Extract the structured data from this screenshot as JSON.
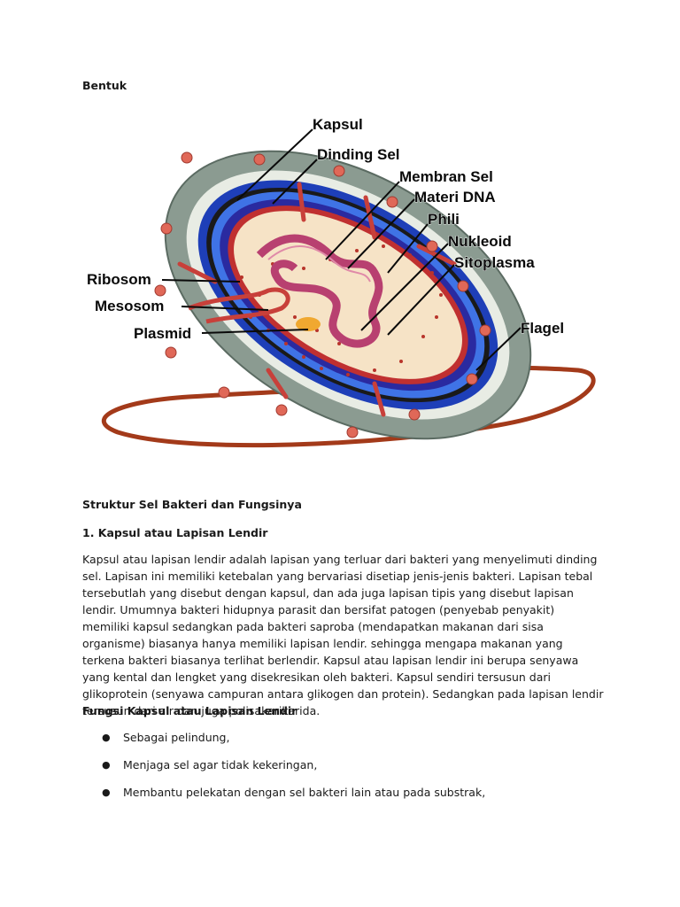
{
  "section_title": "Bentuk",
  "diagram": {
    "labels": {
      "kapsul": "Kapsul",
      "dinding_sel": "Dinding Sel",
      "membran_sel": "Membran Sel",
      "materi_dna": "Materi DNA",
      "phili": "Phili",
      "nukleoid": "Nukleoid",
      "sitoplasma": "Sitoplasma",
      "ribosom": "Ribosom",
      "mesosom": "Mesosom",
      "plasmid": "Plasmid",
      "flagel": "Flagel"
    }
  },
  "heading_struktur": "Struktur Sel Bakteri dan Fungsinya",
  "heading_kapsul": "1. Kapsul atau Lapisan Lendir",
  "paragraph": "Kapsul atau lapisan lendir adalah lapisan yang terluar dari bakteri yang menyelimuti dinding sel. Lapisan ini memiliki ketebalan yang bervariasi disetiap jenis-jenis bakteri. Lapisan tebal tersebutlah yang disebut dengan kapsul, dan ada juga lapisan tipis yang disebut lapisan lendir. Umumnya bakteri hidupnya parasit dan bersifat patogen (penyebab penyakit) memiliki kapsul sedangkan pada bakteri saproba (mendapatkan makanan dari sisa organisme) biasanya hanya memiliki lapisan lendir. sehingga mengapa makanan yang terkena bakteri biasanya terlihat berlendir. Kapsul atau lapisan lendir ini berupa senyawa yang kental dan lengket yang disekresikan oleh bakteri. Kapsul sendiri tersusun dari glikoprotein (senyawa campuran antara glikogen dan protein). Sedangkan pada lapisan lendir tersusun dari air dan juga polisakarikarida.",
  "fungsi_heading": "Fungsi Kapsul atau Lapisan Lendir",
  "bullet_glyph": "●",
  "bullets": [
    "Sebagai pelindung,",
    "Menjaga sel agar tidak kekeringan,",
    "Membantu pelekatan dengan sel bakteri lain atau pada substrak,"
  ]
}
